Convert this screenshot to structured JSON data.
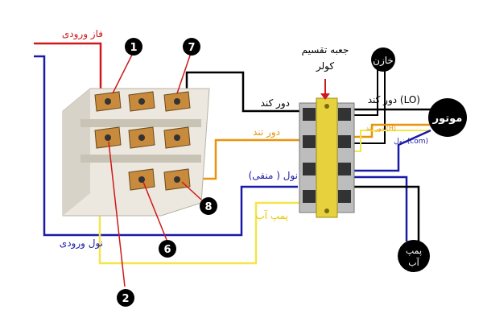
{
  "labels": {
    "phase_in": "فاز ورودی",
    "neutral_in": "نول ورودی",
    "junction_box_line1": "جعبه تقسیم",
    "junction_box_line2": "کولر",
    "slow_speed_left": "دور کند",
    "fast_speed_left": "دور تند",
    "neutral_negative": "نول ( منفی)",
    "pump_left": "پمپ آب",
    "slow_speed_right": "دور کند (LO)",
    "fast_speed_right": "دور تند (H)",
    "neutral_com": "نول (com)",
    "capacitor": "خازن",
    "motor": "موتور",
    "pump_line1": "پمپ",
    "pump_line2": "آب"
  },
  "markers": {
    "m1": "1",
    "m2": "2",
    "m6": "6",
    "m7": "7",
    "m8": "8"
  },
  "colors": {
    "phase": "#d01818",
    "neutral": "#1a1aa8",
    "slow": "#000000",
    "fast": "#e8940a",
    "pump": "#f2e64a",
    "box": "#e7d23e"
  }
}
